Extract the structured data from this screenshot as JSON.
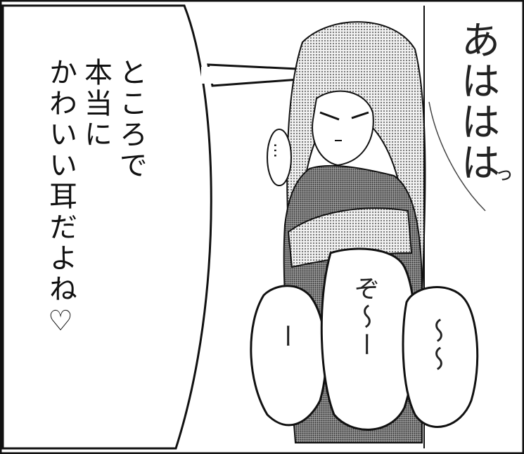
{
  "panel": {
    "speech_lines": [
      "ところで",
      "本当に",
      "かわいい耳だよね♡"
    ],
    "laugh_text": "あははは",
    "small_tail": "っ",
    "thought_small": "…",
    "bubble_left": "ー",
    "bubble_mid": "ぞ〜ー",
    "bubble_right": "〜〜"
  },
  "colors": {
    "ink": "#111111",
    "screentone": "#8a8a8a",
    "paper": "#ffffff"
  }
}
